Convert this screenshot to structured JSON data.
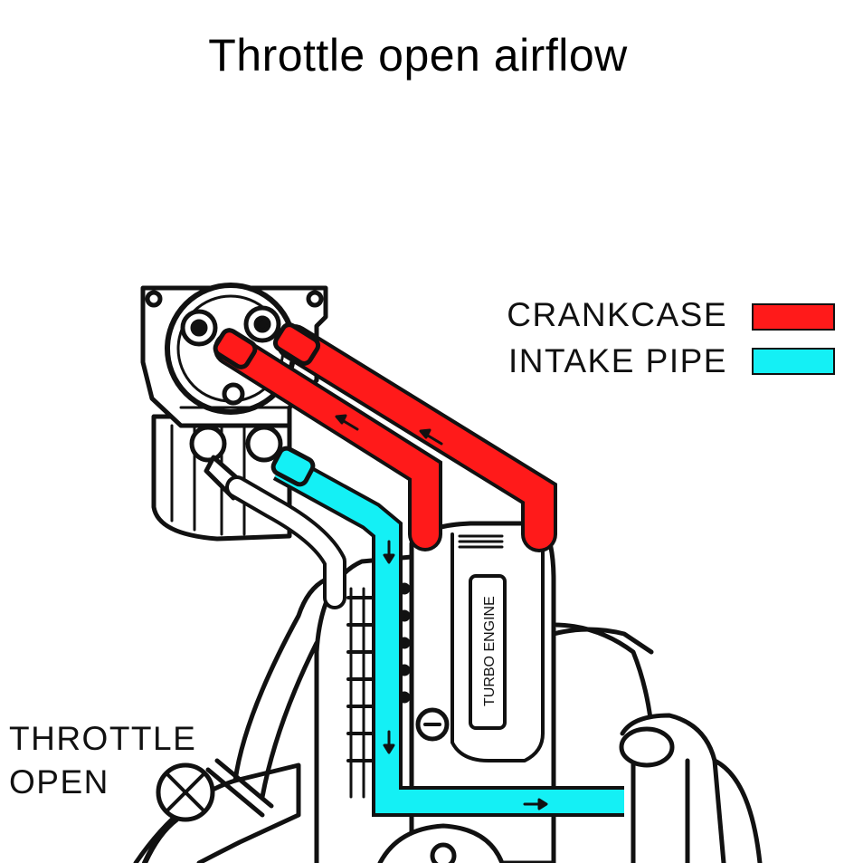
{
  "title": "Throttle open airflow",
  "legend": {
    "items": [
      {
        "label": "CRANKCASE",
        "color": "#ff1a1a"
      },
      {
        "label": "INTAKE PIPE",
        "color": "#14f0f5"
      }
    ]
  },
  "callout": {
    "line1": "THROTTLE",
    "line2": "OPEN"
  },
  "engine_label": "TURBO ENGINE",
  "colors": {
    "crankcase": "#ff1a1a",
    "intake": "#14f0f5",
    "outline": "#111111"
  },
  "icons": [
    "flow-arrow-icon",
    "throttle-valve-icon",
    "oil-catch-can-icon"
  ]
}
